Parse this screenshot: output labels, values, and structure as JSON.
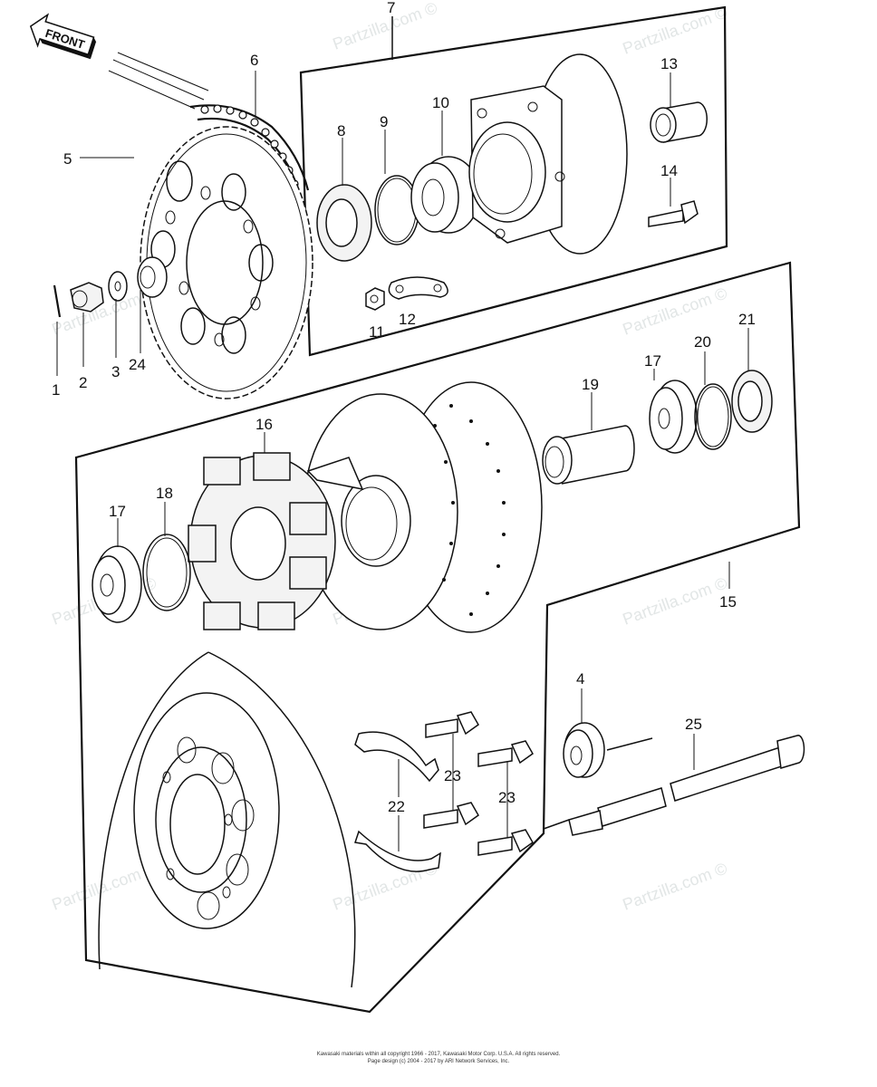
{
  "diagram": {
    "title": "Rear Hub / Rear Wheel Sprocket Exploded View",
    "front_arrow_label": "FRONT",
    "watermark_text": "Partzilla.com ©",
    "callouts": [
      {
        "id": "c1",
        "label": "1",
        "part": "cotter-pin"
      },
      {
        "id": "c2",
        "label": "2",
        "part": "castle-nut"
      },
      {
        "id": "c3",
        "label": "3",
        "part": "washer"
      },
      {
        "id": "c24",
        "label": "24",
        "part": "collar"
      },
      {
        "id": "c5",
        "label": "5",
        "part": "rear-sprocket"
      },
      {
        "id": "c6",
        "label": "6",
        "part": "drive-chain"
      },
      {
        "id": "c7",
        "label": "7",
        "part": "sprocket-coupling-assembly"
      },
      {
        "id": "c8",
        "label": "8",
        "part": "oil-seal"
      },
      {
        "id": "c9",
        "label": "9",
        "part": "circlip"
      },
      {
        "id": "c10",
        "label": "10",
        "part": "ball-bearing"
      },
      {
        "id": "c11",
        "label": "11",
        "part": "nut"
      },
      {
        "id": "c12",
        "label": "12",
        "part": "lock-washer"
      },
      {
        "id": "c13",
        "label": "13",
        "part": "collar"
      },
      {
        "id": "c14",
        "label": "14",
        "part": "stud-bolt"
      },
      {
        "id": "c15",
        "label": "15",
        "part": "rear-hub-assembly"
      },
      {
        "id": "c16",
        "label": "16",
        "part": "hub-damper"
      },
      {
        "id": "c17a",
        "label": "17",
        "part": "ball-bearing"
      },
      {
        "id": "c17b",
        "label": "17",
        "part": "ball-bearing"
      },
      {
        "id": "c18",
        "label": "18",
        "part": "o-ring"
      },
      {
        "id": "c19",
        "label": "19",
        "part": "distance-collar"
      },
      {
        "id": "c20",
        "label": "20",
        "part": "circlip"
      },
      {
        "id": "c21",
        "label": "21",
        "part": "oil-seal"
      },
      {
        "id": "c22",
        "label": "22",
        "part": "lock-plate"
      },
      {
        "id": "c23a",
        "label": "23",
        "part": "bolt"
      },
      {
        "id": "c23b",
        "label": "23",
        "part": "bolt"
      },
      {
        "id": "c4",
        "label": "4",
        "part": "collar"
      },
      {
        "id": "c25",
        "label": "25",
        "part": "rear-axle"
      }
    ]
  },
  "footer": {
    "line1": "Kawasaki materials within all copyright 1966 - 2017,  Kawasaki Motor Corp. U.S.A.  All rights reserved.",
    "line2": "Page design (c) 2004 - 2017 by ARI Network Services, Inc."
  }
}
